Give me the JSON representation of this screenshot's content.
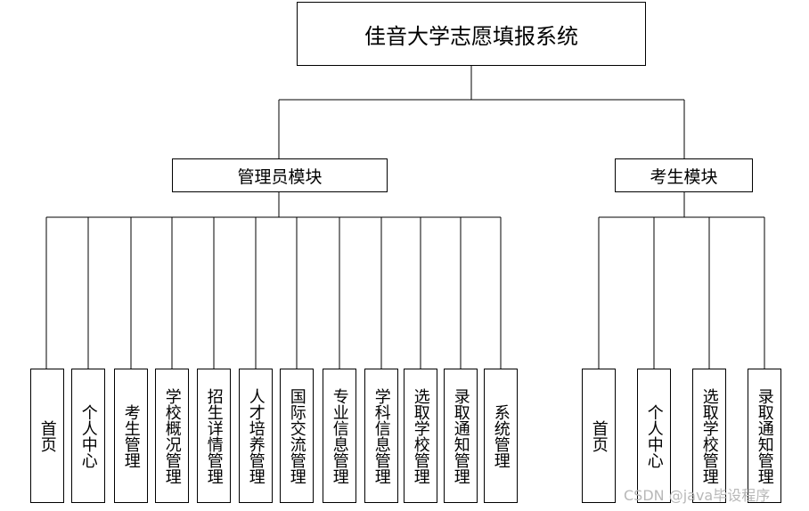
{
  "system": {
    "title": "佳音大学志愿填报系统"
  },
  "modules": [
    {
      "name": "管理员模块",
      "children": [
        "首页",
        "个人中心",
        "考生管理",
        "学校概况管理",
        "招生详情管理",
        "人才培养管理",
        "国际交流管理",
        "专业信息管理",
        "学科信息管理",
        "选取学校管理",
        "录取通知管理",
        "系统管理"
      ]
    },
    {
      "name": "考生模块",
      "children": [
        "首页",
        "个人中心",
        "选取学校管理",
        "录取通知管理"
      ]
    }
  ],
  "watermark": "CSDN @java毕设程序"
}
